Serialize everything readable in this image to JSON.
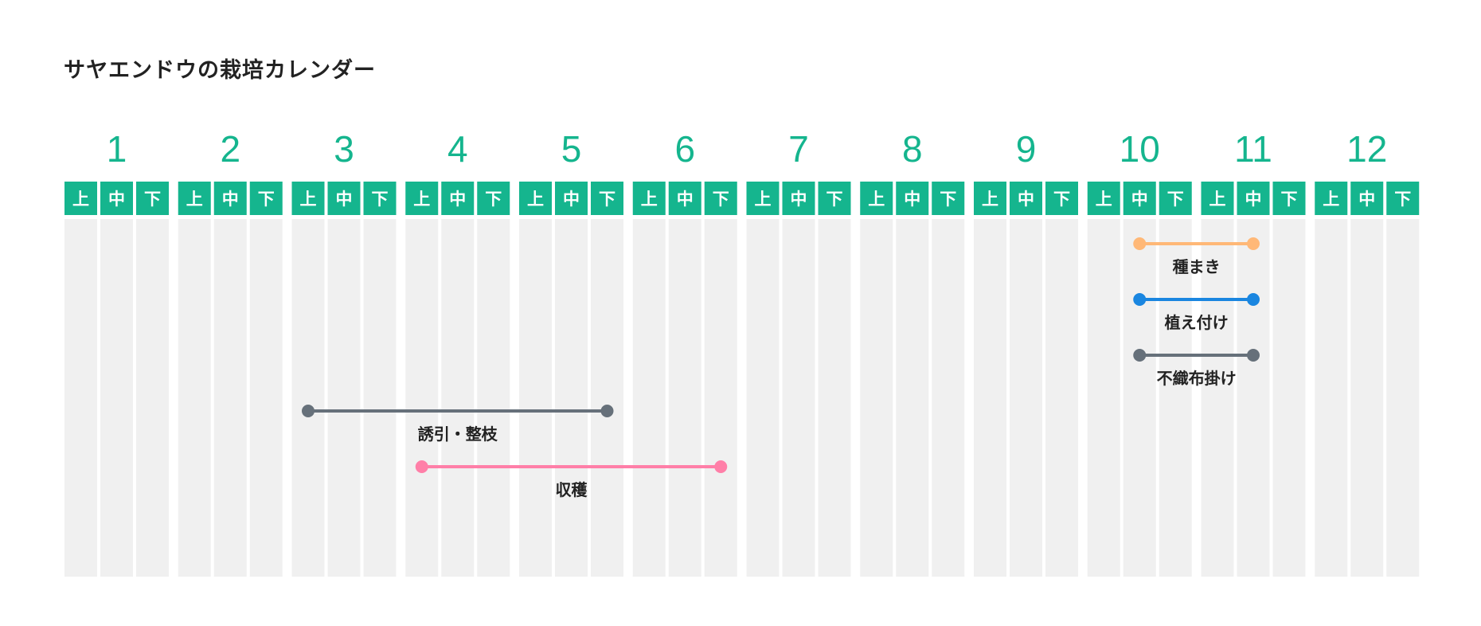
{
  "title": "サヤエンドウの栽培カレンダー",
  "colors": {
    "accent": "#15b58e",
    "column_bg": "#f0f0f0",
    "orange": "#ffb877",
    "blue": "#1a86e0",
    "gray": "#66707a",
    "pink": "#ff7fa8"
  },
  "months": [
    "1",
    "2",
    "3",
    "4",
    "5",
    "6",
    "7",
    "8",
    "9",
    "10",
    "11",
    "12"
  ],
  "dekads": [
    "上",
    "中",
    "下"
  ],
  "tasks": [
    {
      "id": "sowing",
      "label": "種まき",
      "color": "orange",
      "start": {
        "month": 10,
        "dekad": 2
      },
      "end": {
        "month": 11,
        "dekad": 2
      }
    },
    {
      "id": "planting",
      "label": "植え付け",
      "color": "blue",
      "start": {
        "month": 10,
        "dekad": 2
      },
      "end": {
        "month": 11,
        "dekad": 2
      }
    },
    {
      "id": "nonwoven-cover",
      "label": "不織布掛け",
      "color": "gray",
      "start": {
        "month": 10,
        "dekad": 2
      },
      "end": {
        "month": 11,
        "dekad": 2
      }
    },
    {
      "id": "training-pruning",
      "label": "誘引・整枝",
      "color": "gray",
      "start": {
        "month": 3,
        "dekad": 1
      },
      "end": {
        "month": 5,
        "dekad": 3
      }
    },
    {
      "id": "harvest",
      "label": "収穫",
      "color": "pink",
      "start": {
        "month": 4,
        "dekad": 1
      },
      "end": {
        "month": 6,
        "dekad": 3
      }
    }
  ]
}
